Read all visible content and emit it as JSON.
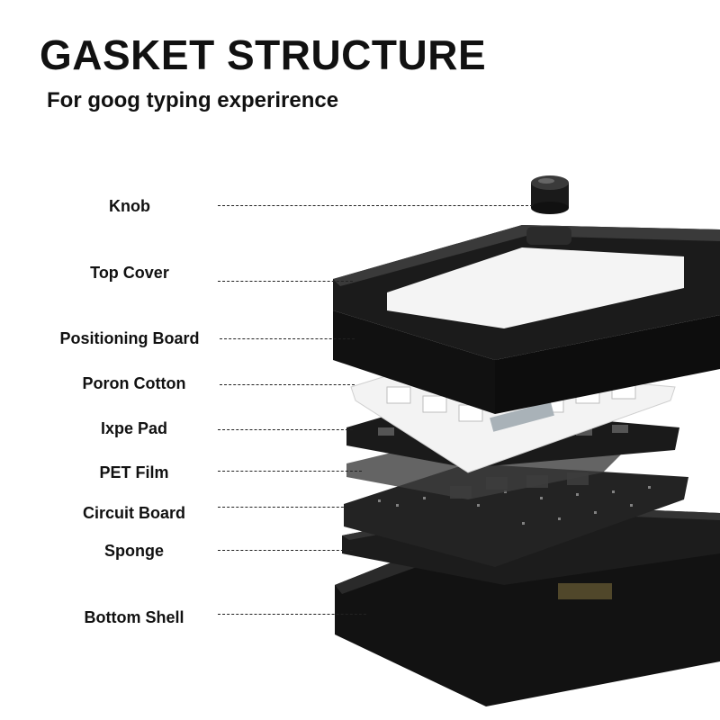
{
  "title": "GASKET STRUCTURE",
  "subtitle": "For goog typing experirence",
  "layers": [
    {
      "label": "Knob"
    },
    {
      "label": "Top Cover"
    },
    {
      "label": "Positioning Board"
    },
    {
      "label": "Poron Cotton"
    },
    {
      "label": "Ixpe Pad"
    },
    {
      "label": "PET Film"
    },
    {
      "label": "Circuit Board"
    },
    {
      "label": "Sponge"
    },
    {
      "label": "Bottom Shell"
    }
  ],
  "colors": {
    "shell": "#151515",
    "frame": "#1e1e1e",
    "plate": "#f2f2f2",
    "pad": "#1a1a1a",
    "accent": "#a9b2b8"
  }
}
